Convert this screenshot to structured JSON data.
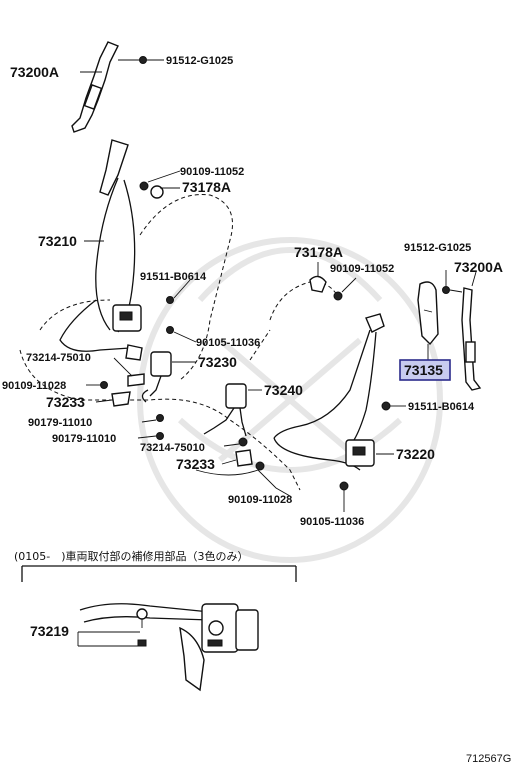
{
  "labels": {
    "p73200A_left": "73200A",
    "p91512_left": "91512-G1025",
    "p90109_top": "90109-11052",
    "p73178A_left": "73178A",
    "p73210": "73210",
    "p91511_left": "91511-B0614",
    "p90105_left": "90105-11036",
    "p73214_left": "73214-75010",
    "p73230": "73230",
    "p90109_11028_left": "90109-11028",
    "p73233_left": "73233",
    "p73240": "73240",
    "p90179": "90179-11010",
    "p90179b": "90179-11010",
    "p73214_mid": "73214-75010",
    "p73233_mid": "73233",
    "p90109_11028_mid": "90109-11028",
    "p73178A_right": "73178A",
    "p90109_right": "90109-11052",
    "p91512_right": "91512-G1025",
    "p73200A_right": "73200A",
    "p73135": "73135",
    "p91511_right": "91511-B0614",
    "p73220": "73220",
    "p90105_right": "90105-11036",
    "p73219": "73219"
  },
  "note": "(0105-　)車両取付部の補修用部品（3色のみ）",
  "figure_id": "712567G"
}
